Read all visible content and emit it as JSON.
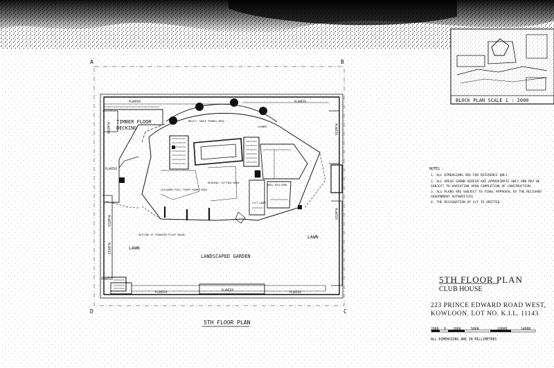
{
  "drawing": {
    "floor_title": "5TH FLOOR PLAN",
    "building": "CLUB HOUSE",
    "address_line1": "223 PRINCE EDWARD ROAD WEST,",
    "address_line2": "KOWLOON. LOT NO. K.I.L. 11143",
    "plan_caption": "5TH FLOOR PLAN",
    "units_note": "ALL DIMENSIONS ARE IN MILLIMETRES"
  },
  "block_plan": {
    "label": "BLOCK PLAN",
    "scale": "SCALE 1 : 2000"
  },
  "notes": {
    "heading": "NOTES :",
    "items": [
      "1. ALL DIMENSIONS ARE FOR REFERENCE ONLY.",
      "2. ALL AREAS SHOWN HEREIN ARE APPROXIMATE ONLY AND MAY BE SUBJECT TO VARIATION UPON COMPLETION OF CONSTRUCTION.",
      "3. ALL PLANS ARE SUBJECT TO FINAL APPROVAL BY THE RELEVANT GOVERNMENT AUTHORITIES",
      "4. THE DESIGNATION OF 4/F IS OMITTED"
    ]
  },
  "scale_bar": {
    "ticks": [
      "2000",
      "0",
      "2000",
      "5000",
      "10000",
      "14000"
    ]
  },
  "grid_marks": {
    "a": "A",
    "b": "B",
    "c": "C",
    "d": "D"
  },
  "rooms": {
    "timber": "TIMBER FLOOR",
    "decking": "DECKING",
    "music": "MUSIC/ TABLE TENNIS AREA",
    "lounge": "LOUNGE",
    "children": "CHILDREN PLAY/ SPORT ROOMS AREA",
    "reading": "READING/ SITTING AREA",
    "bar": "BAR/ BILLIARD",
    "lawn_left": "LAWN",
    "lawn_right": "LAWN",
    "garden": "LANDSCAPED GARDEN",
    "outline": "OUTLINE OF TRANSFER PLATE ABOVE",
    "lift": "LIFT LOBBY"
  },
  "planters": {
    "p1": "PLANTER",
    "p2": "PLANTER",
    "p3": "PLANTER",
    "p4": "PLANTER",
    "p5": "PLANTER",
    "p6": "PLANTER",
    "p7": "PLANTER",
    "p8": "PLANTER",
    "p9": "PLANTER",
    "p10": "PLANTER",
    "p11": "PLANTER",
    "p12": "PLANTER"
  }
}
